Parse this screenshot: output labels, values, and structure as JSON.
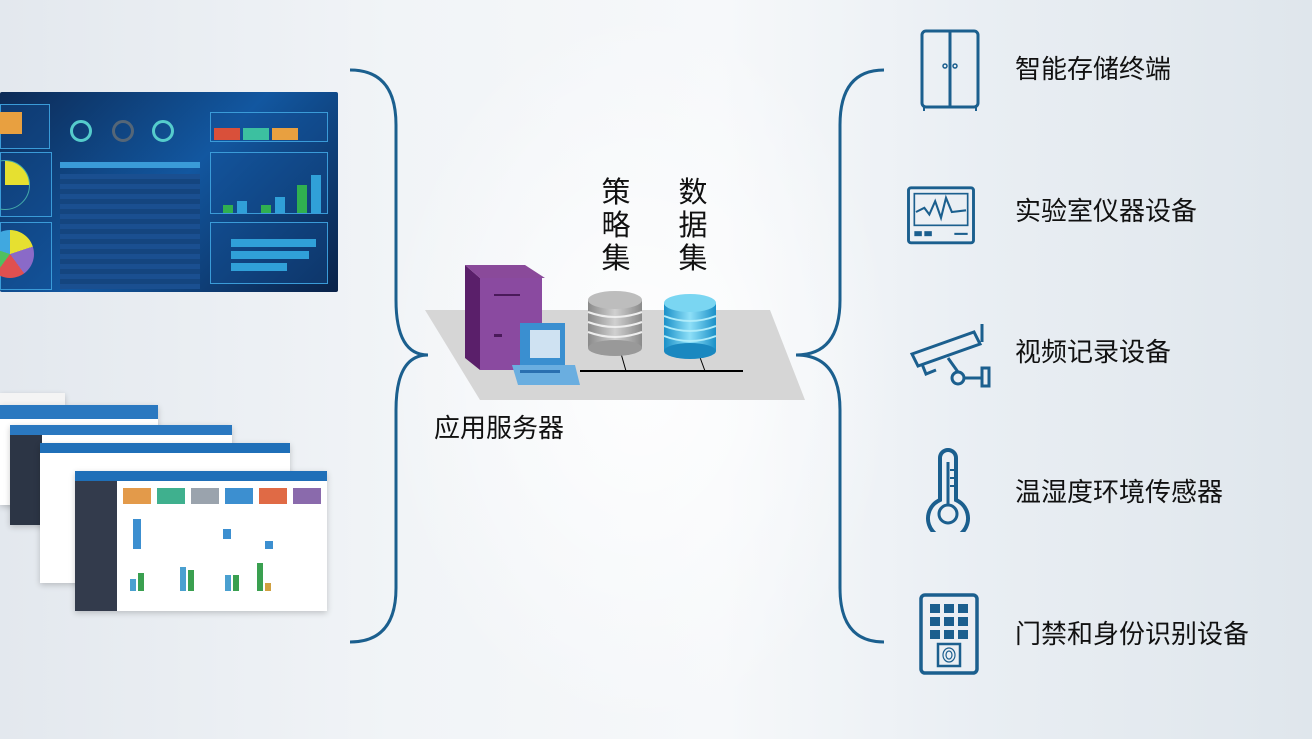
{
  "center": {
    "server_label": "应用服务器",
    "policy_set_label": "策略集",
    "data_set_label": "数据集"
  },
  "devices": [
    {
      "icon": "cabinet-icon",
      "label": "智能存储终端"
    },
    {
      "icon": "monitor-waveform-icon",
      "label": "实验室仪器设备"
    },
    {
      "icon": "cctv-camera-icon",
      "label": "视频记录设备"
    },
    {
      "icon": "thermometer-icon",
      "label": "温湿度环境传感器"
    },
    {
      "icon": "keypad-fingerprint-icon",
      "label": "门禁和身份识别设备"
    }
  ],
  "colors": {
    "accent": "#1b5f8e",
    "server": "#7b3a8c",
    "db_gray": "#a9a9a9",
    "db_blue": "#3ab3e0"
  }
}
